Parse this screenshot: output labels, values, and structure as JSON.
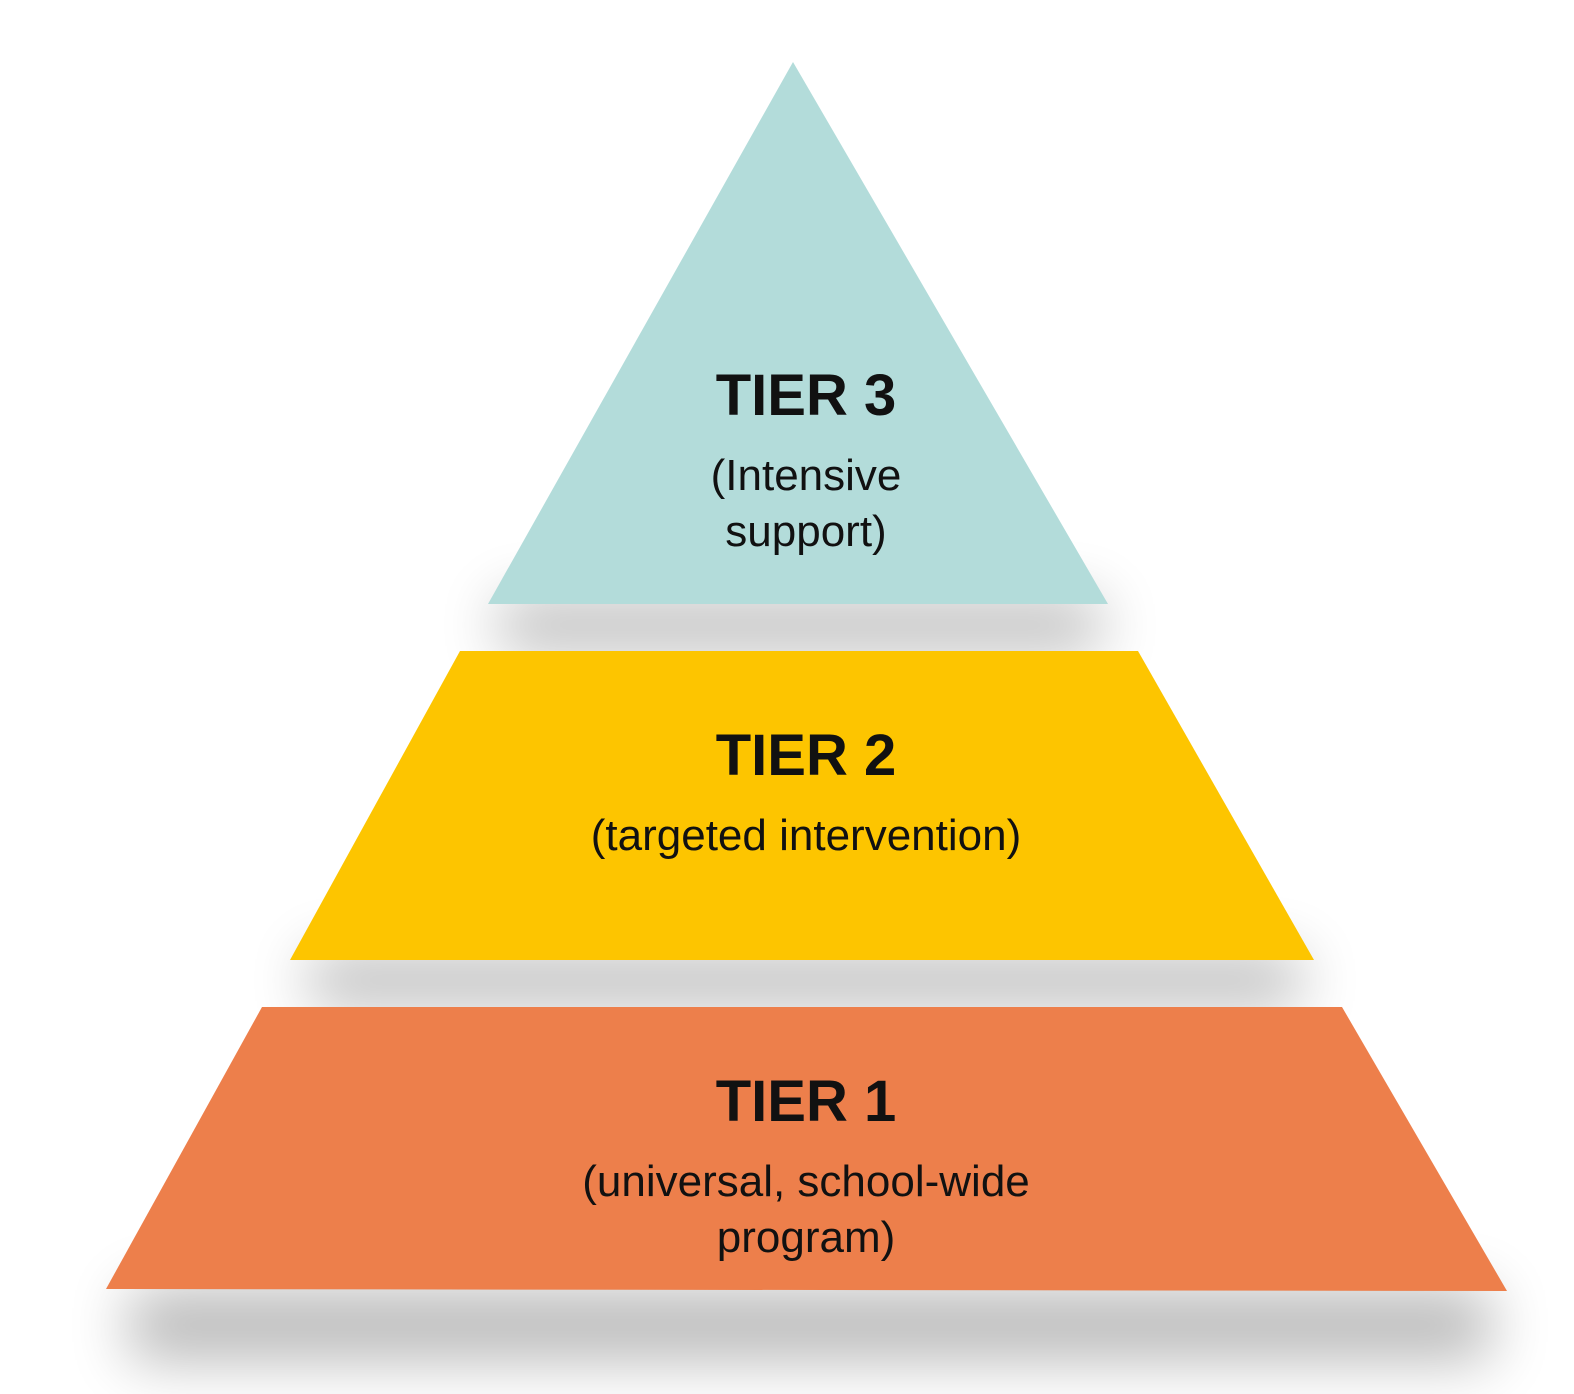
{
  "tiers": [
    {
      "title": "TIER 3",
      "subtitle_lines": [
        "(Intensive",
        "support)"
      ],
      "color": "#b3dcda"
    },
    {
      "title": "TIER 2",
      "subtitle_lines": [
        "(targeted intervention)"
      ],
      "color": "#fdc500"
    },
    {
      "title": "TIER 1",
      "subtitle_lines": [
        "(universal, school-wide",
        "program)"
      ],
      "color": "#ed7f4b"
    }
  ]
}
